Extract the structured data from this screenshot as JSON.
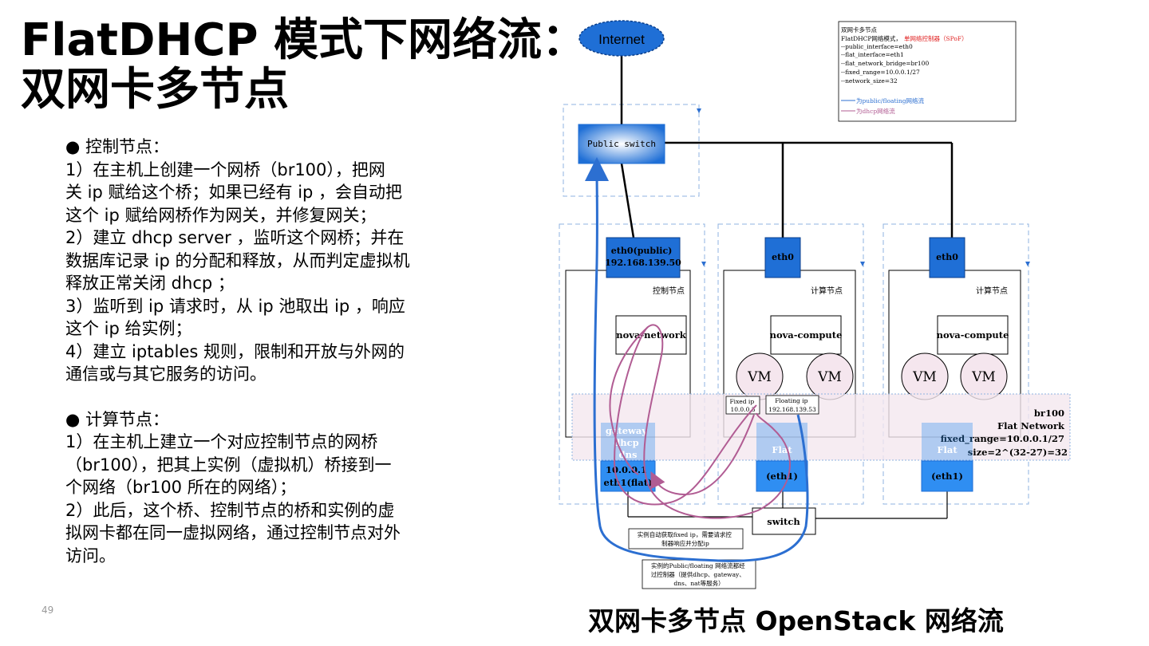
{
  "slide": {
    "title_line1": "FlatDHCP 模式下网络流：",
    "title_line2": "双网卡多节点",
    "page_number": "49",
    "caption": "双网卡多节点 OpenStack 网络流"
  },
  "body": {
    "control_heading": "控制节点：",
    "control_lines": [
      "1）在主机上创建一个网桥（br100），把网",
      "关 ip 赋给这个桥；如果已经有 ip ，会自动把",
      "这个 ip 赋给网桥作为网关，并修复网关；",
      "2）建立 dhcp server ，监听这个网桥；并在",
      "数据库记录 ip 的分配和释放，从而判定虚拟机",
      "释放正常关闭 dhcp ；",
      "3）监听到 ip 请求时，从 ip 池取出 ip ，响应",
      "这个 ip 给实例；",
      "4）建立 iptables 规则，限制和开放与外网的",
      "通信或与其它服务的访问。"
    ],
    "compute_heading": "计算节点：",
    "compute_lines": [
      "1）在主机上建立一个对应控制节点的网桥",
      "（br100），把其上实例（虚拟机）桥接到一",
      "个网络（br100 所在的网络）；",
      "2）此后，这个桥、控制节点的桥和实例的虚",
      "拟网卡都在同一虚拟网络，通过控制节点对外",
      "访问。"
    ]
  },
  "diagram": {
    "internet": "Internet",
    "public_switch": "Public switch",
    "config": {
      "lines": [
        "双网卡多节点",
        "FlatDHCP网络模式，",
        "--public_interface=eth0",
        "--flat_interface=eth1",
        "--flat_network_bridge=br100",
        "--fixed_range=10.0.0.1/27",
        "--network_size=32"
      ],
      "spof_note": "单网络控制器（SPoF）",
      "legend_blue": "为public/floating网络流",
      "legend_pink": "为dhcp网络流"
    },
    "control_node": {
      "eth0_line1": "eth0(public)",
      "eth0_line2": "192.168.139.50",
      "label": "控制节点",
      "service": "nova-network",
      "gateway_lines": [
        "gateway",
        "dhcp",
        "dns"
      ],
      "eth1_line1": "10.0.0.1",
      "eth1_line2": "eth1(flat)"
    },
    "compute_node_1": {
      "eth0": "eth0",
      "label": "计算节点",
      "service": "nova-compute",
      "vm_a": "VM",
      "vm_b": "VM",
      "fixed_ip_label": "Fixed ip",
      "fixed_ip": "10.0.0.3",
      "floating_ip_label": "Floating ip",
      "floating_ip": "192.168.139.53",
      "flat": "Flat",
      "eth1": "(eth1)"
    },
    "compute_node_2": {
      "eth0": "eth0",
      "label": "计算节点",
      "service": "nova-compute",
      "vm_a": "VM",
      "vm_b": "VM",
      "flat": "Flat",
      "eth1": "(eth1)"
    },
    "bridge": {
      "name": "br100",
      "network": "Flat Network",
      "fixed_range": "fixed_range=10.0.0.1/27",
      "size": "size=2^(32-27)=32"
    },
    "switch": "switch",
    "note_dhcp": [
      "实例自动获取fixed ip，需要请求控",
      "制器响应并分配ip"
    ],
    "note_public": [
      "实例的Public/floating 网络流都经",
      "过控制器（提供dhcp、gateway、",
      "dns、nat等服务）"
    ]
  },
  "colors": {
    "eth_blue": "#1f6fd6",
    "flat_blue": "#2f8ef2",
    "pink_flow": "#b15c93",
    "blue_flow": "#2c6fd1",
    "dashed_box": "#8fb3e0",
    "bridge_band": "#f4e7ef",
    "vm_fill": "#f5e6ee",
    "spof_red": "#e02020"
  }
}
